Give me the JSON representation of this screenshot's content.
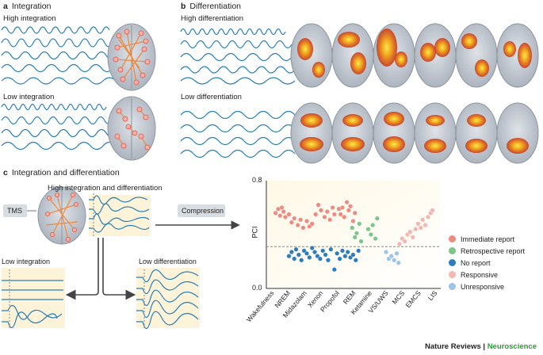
{
  "panel_a": {
    "letter": "a",
    "title": "Integration",
    "high_label": "High integration",
    "low_label": "Low integration"
  },
  "panel_b": {
    "letter": "b",
    "title": "Differentiation",
    "high_label": "High differentiation",
    "low_label": "Low differentiation"
  },
  "panel_c": {
    "letter": "c",
    "title": "Integration and differentiation",
    "top_label": "High integration and differentiation",
    "tms_label": "TMS",
    "compression_label": "Compression",
    "low_integration_label": "Low integration",
    "low_differentiation_label": "Low differentiation"
  },
  "chart_data": {
    "type": "scatter",
    "ylabel": "PCI",
    "ylim": [
      0,
      0.8
    ],
    "yticks": [
      "0.0",
      "0.8"
    ],
    "threshold": 0.31,
    "categories": [
      "Wakefulness",
      "NREM",
      "Midazolam",
      "Xenon",
      "Propofol",
      "REM",
      "Ketamine",
      "VS/UWS",
      "MCS",
      "EMCS",
      "LIS"
    ],
    "series": [
      {
        "name": "Immediate report",
        "color": "#f08a80",
        "points": [
          {
            "x": 0.5,
            "y": 0.56
          },
          {
            "x": 0.8,
            "y": 0.59
          },
          {
            "x": 1.0,
            "y": 0.54
          },
          {
            "x": 1.2,
            "y": 0.6
          },
          {
            "x": 1.4,
            "y": 0.57
          },
          {
            "x": 1.6,
            "y": 0.53
          },
          {
            "x": 2.0,
            "y": 0.55
          },
          {
            "x": 2.3,
            "y": 0.49
          },
          {
            "x": 2.6,
            "y": 0.52
          },
          {
            "x": 3.0,
            "y": 0.47
          },
          {
            "x": 3.3,
            "y": 0.51
          },
          {
            "x": 3.6,
            "y": 0.45
          },
          {
            "x": 4.0,
            "y": 0.5
          },
          {
            "x": 4.3,
            "y": 0.46
          },
          {
            "x": 4.6,
            "y": 0.48
          },
          {
            "x": 5.0,
            "y": 0.55
          },
          {
            "x": 5.3,
            "y": 0.62
          },
          {
            "x": 5.6,
            "y": 0.58
          },
          {
            "x": 6.0,
            "y": 0.53
          },
          {
            "x": 6.3,
            "y": 0.57
          },
          {
            "x": 6.6,
            "y": 0.51
          },
          {
            "x": 6.9,
            "y": 0.6
          },
          {
            "x": 7.1,
            "y": 0.55
          },
          {
            "x": 7.6,
            "y": 0.59
          },
          {
            "x": 7.8,
            "y": 0.55
          },
          {
            "x": 8.0,
            "y": 0.6
          },
          {
            "x": 8.2,
            "y": 0.53
          },
          {
            "x": 8.5,
            "y": 0.64
          },
          {
            "x": 8.7,
            "y": 0.58
          },
          {
            "x": 8.9,
            "y": 0.61
          },
          {
            "x": 9.2,
            "y": 0.5
          },
          {
            "x": 9.4,
            "y": 0.56
          }
        ]
      },
      {
        "name": "Retrospective report",
        "color": "#7bc78a",
        "points": [
          {
            "x": 9.1,
            "y": 0.45
          },
          {
            "x": 9.4,
            "y": 0.38
          },
          {
            "x": 9.6,
            "y": 0.41
          },
          {
            "x": 9.9,
            "y": 0.48
          },
          {
            "x": 10.1,
            "y": 0.35
          },
          {
            "x": 10.9,
            "y": 0.44
          },
          {
            "x": 11.2,
            "y": 0.4
          },
          {
            "x": 11.4,
            "y": 0.47
          },
          {
            "x": 11.7,
            "y": 0.37
          },
          {
            "x": 11.9,
            "y": 0.52
          }
        ]
      },
      {
        "name": "No report",
        "color": "#2e7cc0",
        "points": [
          {
            "x": 2.0,
            "y": 0.24
          },
          {
            "x": 2.3,
            "y": 0.27
          },
          {
            "x": 2.6,
            "y": 0.22
          },
          {
            "x": 2.8,
            "y": 0.29
          },
          {
            "x": 3.1,
            "y": 0.25
          },
          {
            "x": 3.4,
            "y": 0.21
          },
          {
            "x": 3.7,
            "y": 0.28
          },
          {
            "x": 4.0,
            "y": 0.26
          },
          {
            "x": 4.3,
            "y": 0.23
          },
          {
            "x": 4.6,
            "y": 0.3
          },
          {
            "x": 4.9,
            "y": 0.27
          },
          {
            "x": 5.2,
            "y": 0.24
          },
          {
            "x": 5.5,
            "y": 0.22
          },
          {
            "x": 5.8,
            "y": 0.28
          },
          {
            "x": 6.1,
            "y": 0.25
          },
          {
            "x": 6.4,
            "y": 0.21
          },
          {
            "x": 6.7,
            "y": 0.29
          },
          {
            "x": 7.1,
            "y": 0.14
          },
          {
            "x": 7.4,
            "y": 0.26
          },
          {
            "x": 7.7,
            "y": 0.22
          },
          {
            "x": 8.0,
            "y": 0.28
          },
          {
            "x": 8.3,
            "y": 0.24
          },
          {
            "x": 8.6,
            "y": 0.27
          },
          {
            "x": 8.9,
            "y": 0.23
          },
          {
            "x": 9.2,
            "y": 0.25
          },
          {
            "x": 9.5,
            "y": 0.21
          },
          {
            "x": 9.8,
            "y": 0.28
          }
        ]
      },
      {
        "name": "Responsive",
        "color": "#f5b6b0",
        "points": [
          {
            "x": 14.4,
            "y": 0.33
          },
          {
            "x": 14.7,
            "y": 0.37
          },
          {
            "x": 15.0,
            "y": 0.35
          },
          {
            "x": 15.3,
            "y": 0.4
          },
          {
            "x": 15.6,
            "y": 0.42
          },
          {
            "x": 15.9,
            "y": 0.38
          },
          {
            "x": 16.2,
            "y": 0.44
          },
          {
            "x": 16.5,
            "y": 0.48
          },
          {
            "x": 16.8,
            "y": 0.45
          },
          {
            "x": 17.0,
            "y": 0.51
          },
          {
            "x": 17.3,
            "y": 0.47
          },
          {
            "x": 17.6,
            "y": 0.53
          },
          {
            "x": 17.9,
            "y": 0.56
          },
          {
            "x": 18.1,
            "y": 0.58
          }
        ]
      },
      {
        "name": "Unresponsive",
        "color": "#9cc4e8",
        "points": [
          {
            "x": 12.9,
            "y": 0.27
          },
          {
            "x": 13.2,
            "y": 0.22
          },
          {
            "x": 13.5,
            "y": 0.24
          },
          {
            "x": 13.8,
            "y": 0.21
          },
          {
            "x": 14.1,
            "y": 0.26
          },
          {
            "x": 14.3,
            "y": 0.19
          }
        ]
      }
    ],
    "xlim": [
      0,
      18.5
    ],
    "legend": "right"
  },
  "credit": {
    "journal": "Nature Reviews",
    "separator": "|",
    "section": "Neuroscience"
  }
}
